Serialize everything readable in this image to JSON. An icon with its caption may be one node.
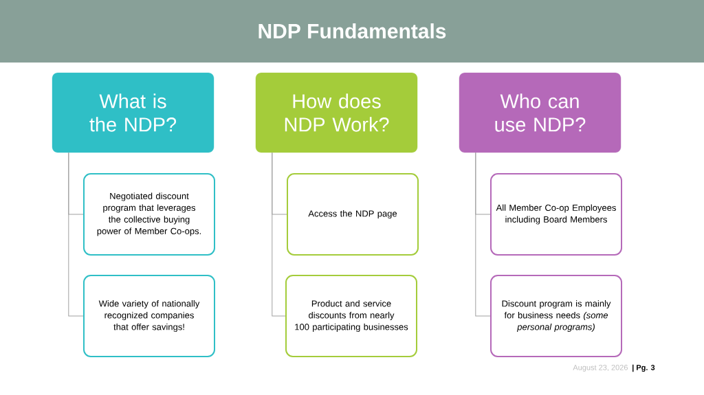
{
  "diagram": {
    "title": "NDP Fundamentals",
    "nodes": [
      {
        "text": [
          "What is the NDP?"
        ]
      },
      {
        "text": [
          "Negotiated discount program that leverages the collective buying power of Member Co-ops."
        ]
      },
      {
        "text": [
          "Wide variety of nationally recognized companies that offer savings!"
        ]
      },
      {
        "text": [
          "How does NDP Work?"
        ]
      },
      {
        "text": [
          "Access the NDP page"
        ]
      },
      {
        "text": [
          "Product and service discounts from nearly 100 participating businesses"
        ]
      },
      {
        "text": [
          "Who can use NDP?"
        ]
      },
      {
        "text": [
          "All Member Co-op Employees including Board Members"
        ]
      },
      {
        "text": [
          "Discount program is mainly for business needs *(some personal programs)*"
        ]
      }
    ],
    "edges": [
      {
        "from": 0,
        "to": 1,
        "arrow": "none"
      },
      {
        "from": 0,
        "to": 2,
        "arrow": "none"
      },
      {
        "from": 3,
        "to": 4,
        "arrow": "none"
      },
      {
        "from": 3,
        "to": 5,
        "arrow": "none"
      },
      {
        "from": 6,
        "to": 7,
        "arrow": "none"
      },
      {
        "from": 6,
        "to": 8,
        "arrow": "none"
      }
    ],
    "labels": [
      "August 23, 2026",
      "| Pg. 3"
    ]
  }
}
